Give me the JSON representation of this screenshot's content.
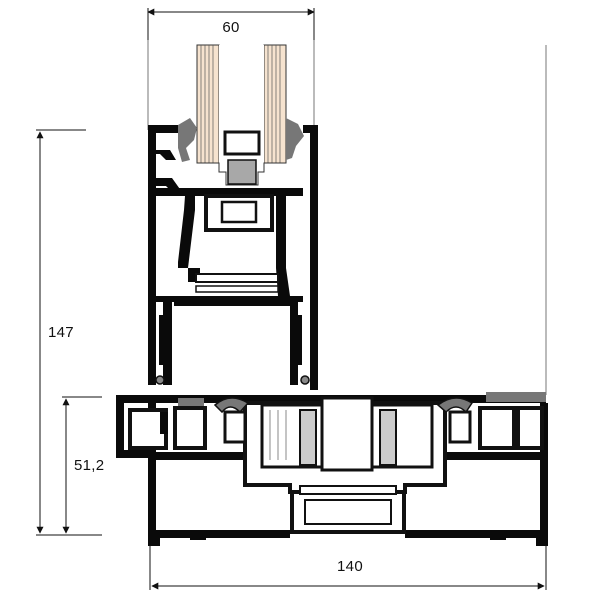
{
  "dimensions": {
    "glass_width": "60",
    "overall_height": "147",
    "frame_height": "51,2",
    "overall_width": "140"
  },
  "colors": {
    "profile": "#0a0a0a",
    "glass_fill": "#f4d7b8",
    "gasket": "#8a8a8a",
    "line": "#111111"
  }
}
